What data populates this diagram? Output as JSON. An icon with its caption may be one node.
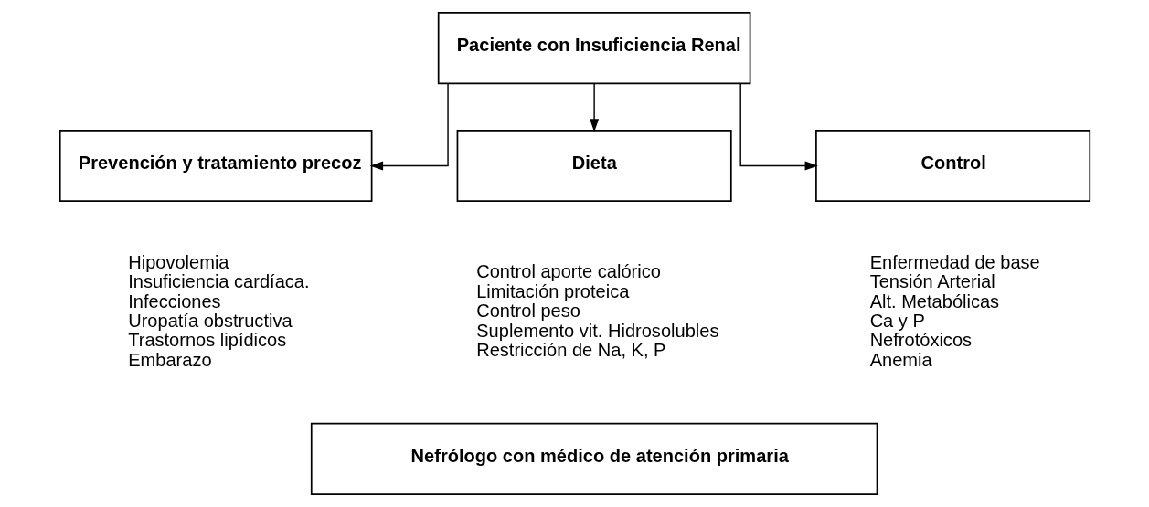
{
  "diagram": {
    "nodes": [
      {
        "text": [
          "Paciente con Insuficiencia Renal"
        ]
      },
      {
        "text": [
          "Prevención y tratamiento precoz"
        ],
        "beside": [
          "Hipovolemia",
          "Insuficiencia cardíaca.",
          "Infecciones",
          "Uropatía obstructiva",
          "Trastornos lipídicos",
          "Embarazo"
        ]
      },
      {
        "text": [
          "Dieta"
        ],
        "beside": [
          "Control aporte calórico",
          "Limitación proteica",
          "Control peso",
          "Suplemento vit. Hidrosolubles",
          "Restricción de Na, K, P"
        ]
      },
      {
        "text": [
          "Control"
        ],
        "beside": [
          "Enfermedad de base",
          "Tensión Arterial",
          "Alt. Metabólicas",
          "Ca y P",
          "Nefrotóxicos",
          "Anemia"
        ]
      },
      {
        "text": [
          "Nefrólogo con médico de atención primaria"
        ]
      }
    ],
    "edges": [
      {
        "from": 0,
        "to": 1,
        "arrow": "to"
      },
      {
        "from": 0,
        "to": 2,
        "arrow": "to"
      },
      {
        "from": 0,
        "to": 3,
        "arrow": "to"
      }
    ]
  }
}
